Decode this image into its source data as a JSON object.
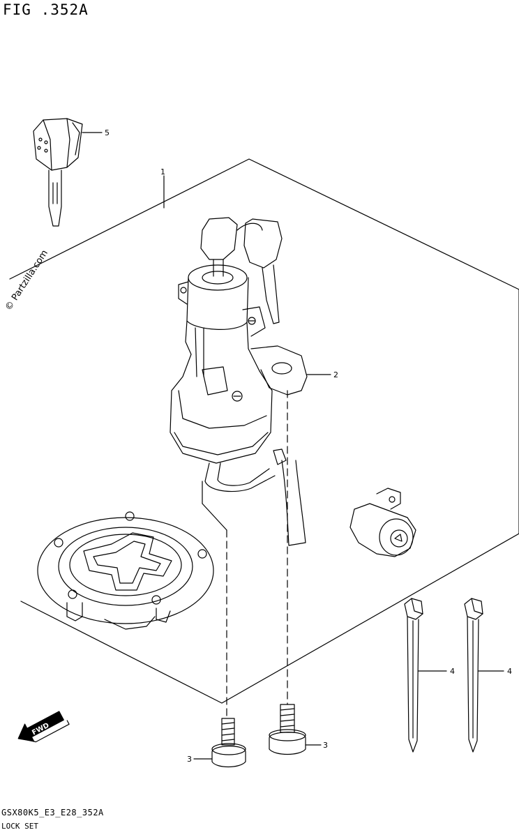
{
  "figure": {
    "title": "FIG .352A",
    "code": "GSX80K5_E3_E28_352A",
    "name": "LOCK SET",
    "watermark": "© Partzilla.com",
    "fwd_label": "FWD"
  },
  "callouts": [
    {
      "id": "1",
      "label": "1"
    },
    {
      "id": "2",
      "label": "2"
    },
    {
      "id": "3a",
      "label": "3"
    },
    {
      "id": "3b",
      "label": "3"
    },
    {
      "id": "4a",
      "label": "4"
    },
    {
      "id": "4b",
      "label": "4"
    },
    {
      "id": "5",
      "label": "5"
    }
  ],
  "colors": {
    "line": "#000000",
    "background": "#ffffff"
  }
}
